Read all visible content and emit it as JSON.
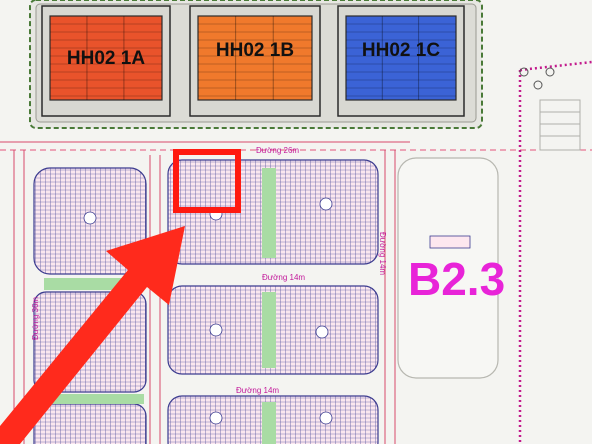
{
  "buildings": [
    {
      "label": "HH02 1A",
      "color": "#e9532b"
    },
    {
      "label": "HH02 1B",
      "color": "#f0792c"
    },
    {
      "label": "HH02 1C",
      "color": "#3b63d6"
    }
  ],
  "zone": {
    "label": "B2.3",
    "color": "#e824d8"
  },
  "roads": {
    "top": "Đường 26m",
    "middle": "Đường 14m",
    "lower": "Đường 14m",
    "west": "Đường 36m",
    "east": "Đường 14m"
  },
  "colors": {
    "highlight": "#ff1a10",
    "arrow": "#ff2a1c",
    "plot_fill": "#fbe7ef",
    "plot_line": "#3b3b8f",
    "green_strip": "#a9dca4",
    "boundary": "#c21a8c",
    "road_outline": "#d94a6a",
    "dashed_line": "#e3547a"
  }
}
